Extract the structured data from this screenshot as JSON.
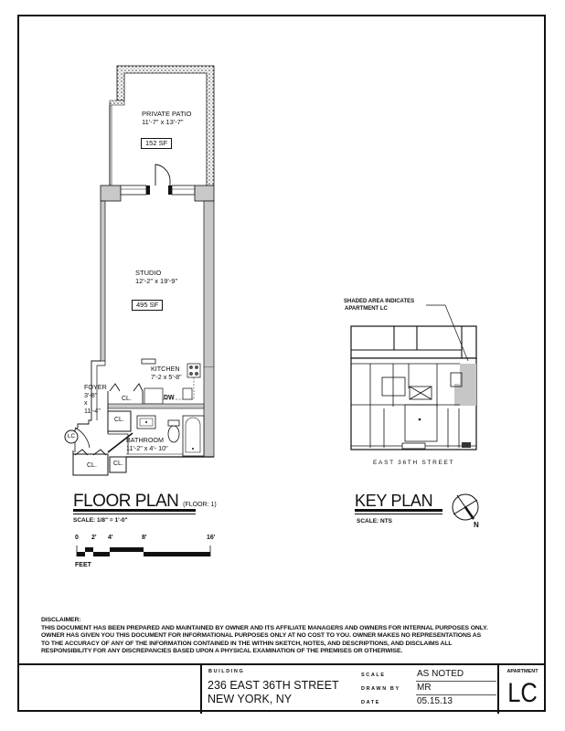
{
  "floor_plan": {
    "rooms": [
      {
        "name": "PRIVATE PATIO",
        "dims": "11'-7\" x 13'-7\"",
        "area": "152 SF"
      },
      {
        "name": "STUDIO",
        "dims": "12'-2\" x 19'-9\"",
        "area": "495 SF"
      },
      {
        "name": "KITCHEN",
        "dims": "7'-2 x 5'-8\""
      },
      {
        "name": "FOYER",
        "dims_lines": [
          "3'-8\"",
          "x",
          "11'-4\""
        ]
      },
      {
        "name": "BATHROOM",
        "dims": "11'-2\" x 4'- 10\""
      }
    ],
    "closet_label": "CL.",
    "dishwasher_label": "DW",
    "unit_tag": "LC",
    "title": "FLOOR PLAN",
    "floor_note": "(FLOOR: 1)",
    "scale": "SCALE: 1/8\" = 1'-0\"",
    "scale_bar": {
      "ticks": [
        "0",
        "2'",
        "4'",
        "8'",
        "16'"
      ],
      "unit": "FEET"
    }
  },
  "key_plan": {
    "title": "KEY PLAN",
    "scale": "SCALE: NTS",
    "callout_lines": [
      "SHADED AREA INDICATES",
      "APARTMENT LC"
    ],
    "street": "EAST 36TH STREET",
    "north_label": "N"
  },
  "disclaimer": {
    "heading": "DISCLAIMER:",
    "lines": [
      "THIS DOCUMENT HAS BEEN PREPARED AND MAINTAINED BY OWNER AND ITS AFFILIATE MANAGERS AND OWNERS FOR INTERNAL PURPOSES ONLY.",
      "OWNER HAS GIVEN YOU THIS DOCUMENT FOR INFORMATIONAL PURPOSES ONLY AT NO COST TO YOU.  OWNER MAKES NO REPRESENTATIONS AS",
      "TO THE ACCURACY OF ANY OF THE INFORMATION CONTAINED IN THE WITHIN SKETCH, NOTES, AND DESCRIPTIONS, AND DISCLAIMS ALL",
      "RESPONSIBILITY FOR ANY DISCREPANCIES BASED UPON A PHYSICAL EXAMINATION OF THE PREMISES OR OTHERWISE."
    ]
  },
  "title_block": {
    "building_label": "BUILDING",
    "address_line1": "236 EAST 36TH STREET",
    "address_line2": "NEW YORK, NY",
    "fields": [
      {
        "key": "SCALE",
        "value": "AS NOTED"
      },
      {
        "key": "DRAWN BY",
        "value": "MR"
      },
      {
        "key": "DATE",
        "value": "05.15.13"
      }
    ],
    "apartment_label": "APARTMENT",
    "apartment": "LC"
  },
  "colors": {
    "line": "#111111",
    "wall_fill": "#c8c8c8",
    "shade": "#c6c6c6"
  }
}
